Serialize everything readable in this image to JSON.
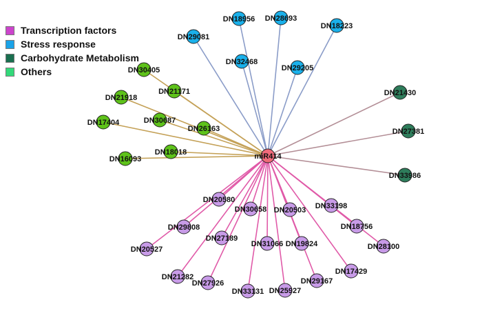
{
  "legend": [
    {
      "label": "Transcription factors",
      "color": "#cc44cc"
    },
    {
      "label": "Stress response",
      "color": "#1aa3e8"
    },
    {
      "label": "Carbohydrate Metabolism",
      "color": "#1a6e4f"
    },
    {
      "label": "Others",
      "color": "#33d97a"
    }
  ],
  "hub": {
    "label": "miR414",
    "color": "#f06a7a"
  },
  "node_colors": {
    "stress": "#1ab0ea",
    "carbohydrate": "#2e7d5b",
    "other": "#5ec21a",
    "transcription": "#c89be8"
  },
  "edge_colors": {
    "stress": "#8a9cc8",
    "carbohydrate": "#b38e96",
    "other": "#c4a157",
    "transcription": "#e05aa8"
  },
  "groups": {
    "stress": [
      "DN18956",
      "DN28693",
      "DN18223",
      "DN29081",
      "DN32468",
      "DN29205"
    ],
    "carbohydrate": [
      "DN21430",
      "DN27381",
      "DN33986"
    ],
    "other": [
      "DN30405",
      "DN21171",
      "DN21918",
      "DN17404",
      "DN30687",
      "DN26163",
      "DN18018",
      "DN16093"
    ],
    "transcription": [
      "DN20580",
      "DN30658",
      "DN20503",
      "DN33198",
      "DN29808",
      "DN18756",
      "DN28100",
      "DN27189",
      "DN20527",
      "DN31066",
      "DN19824",
      "DN21282",
      "DN17429",
      "DN27926",
      "DN29167",
      "DN33131",
      "DN25927"
    ]
  }
}
